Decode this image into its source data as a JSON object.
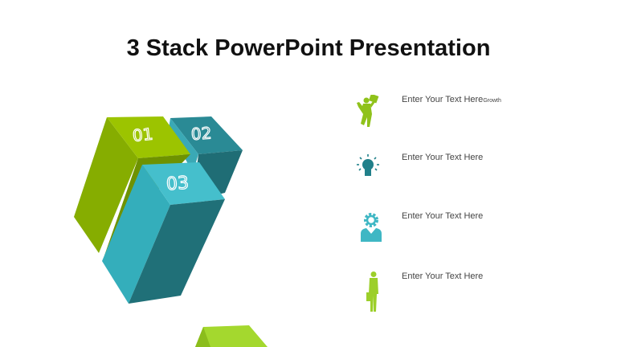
{
  "slide": {
    "title": "3 Stack PowerPoint Presentation"
  },
  "stacks": [
    {
      "label": "01",
      "color": "#8bb800"
    },
    {
      "label": "02",
      "color": "#21808a"
    },
    {
      "label": "03",
      "color": "#3fb7c4"
    }
  ],
  "items": [
    {
      "text": "Enter Your  Text Here",
      "suffix": "Growth",
      "icon": "businessman-celebrating-icon",
      "color": "#8fc21b"
    },
    {
      "text": "Enter Your  Text Here",
      "icon": "lightbulb-icon",
      "color": "#21808a"
    },
    {
      "text": "Enter Your  Text Here",
      "icon": "gear-head-person-icon",
      "color": "#3fb7c4"
    },
    {
      "text": "Enter Your  Text Here",
      "icon": "businessman-briefcase-icon",
      "color": "#9ccf2a"
    }
  ]
}
